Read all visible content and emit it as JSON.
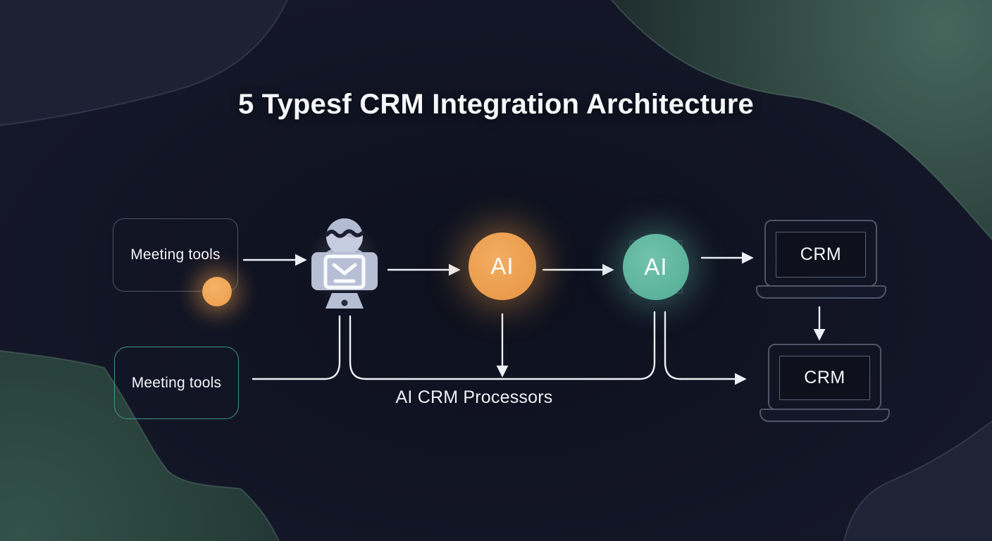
{
  "title": "5 Typesf CRM Integration Architecture",
  "caption": "AI CRM Processors",
  "nodes": {
    "meeting_top": {
      "label": "Meeting tools"
    },
    "meeting_bottom": {
      "label": "Meeting tools"
    },
    "ai_ingest": {
      "label": "AI"
    },
    "ai_processor": {
      "label": "AI"
    },
    "crm_top": {
      "label": "CRM"
    },
    "crm_bottom": {
      "label": "CRM"
    }
  },
  "edges": [
    {
      "from": "meeting-tools-top",
      "to": "agent-workstation",
      "type": "arrow"
    },
    {
      "from": "agent-workstation",
      "to": "ai-ingest-node",
      "type": "arrow"
    },
    {
      "from": "ai-ingest-node",
      "to": "ai-processor-node",
      "type": "arrow"
    },
    {
      "from": "ai-processor-node",
      "to": "crm-laptop-top",
      "type": "arrow"
    },
    {
      "from": "crm-laptop-top",
      "to": "crm-laptop-bottom",
      "type": "arrow"
    },
    {
      "from": "ai-ingest-node",
      "to": "caption-ai-crm-processors",
      "type": "arrow-down"
    },
    {
      "from": "meeting-tools-bottom",
      "to": "crm-laptop-bottom",
      "type": "arrow",
      "via": [
        "agent-workstation",
        "ai-processor-node"
      ]
    }
  ],
  "colors": {
    "background": "#141728",
    "accent_orange": "#eda155",
    "accent_teal": "#63bba5",
    "box_border_gray": "#4b5268",
    "box_border_teal": "#3f9386",
    "laptop_outline": "#4d5669",
    "connector": "#edf0f6",
    "text": "#f4f6fa",
    "person_icon": "#b7bfd5"
  },
  "icons": {
    "workstation": "person-at-computer-icon",
    "crm": "laptop-icon"
  }
}
